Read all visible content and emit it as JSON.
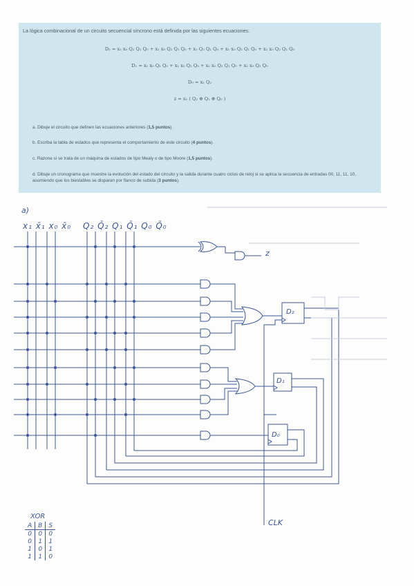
{
  "exercise": {
    "intro": "La lógica combinacional de un circuito secuencial síncrono está definida por las siguientes ecuaciones:",
    "equations": [
      "D₂ = x₁ x₀ Q₂ Q₁ Q₀ + x₁ x₀ Q₂ Q₁ Q₀ + x₁ Q₂ Q₁ Q₀ + x₁ x₀ Q₂ Q₁ Q₀ + x₁ x₀ Q₂ Q₁ Q₀",
      "D₁ = x₁ x₀ Q₁ Q₀ + x₁ x₀ Q₂ Q₀ + x₁ x₀ Q₂ Q₁ Q₀ + x₁ x₀ Q₂ Q₀",
      "D₀ = x₁ Q₂",
      "z = x₁ ( Q₂ ⊕ Q₁ ⊕ Q₀ )"
    ],
    "items": [
      {
        "prefix": "a. Dibuje el circuito que definen las ecuaciones anteriores (",
        "points": "1,5 puntos",
        "suffix": ")."
      },
      {
        "prefix": "b. Escriba la tabla de estados que representa el comportamiento de este circuito (",
        "points": "4 puntos",
        "suffix": ")."
      },
      {
        "prefix": "c. Razone si se trata de un máquina de estados de tipo Mealy o de tipo Moore (",
        "points": "1,5 puntos",
        "suffix": ")."
      },
      {
        "prefix": "d. Dibuje un cronograma que muestre la evolución del estado del circuito y la salida durante cuatro ciclos de reloj si se aplica la secuencia de entradas 00, 11, 11, 10, asumiendo que los biestables se disparan por flanco de subida (",
        "points": "3 puntos",
        "suffix": ")."
      }
    ]
  },
  "handwriting": {
    "inputs_label": "x₁ x̄₁ x₀ x̄₀",
    "states_label": "Q₂ Q̄₂ Q₁ Q̄₁ Q₀ Q̄₀",
    "z_label": "z",
    "ff2": "D₂",
    "ff1": "D₁",
    "ff0": "D₀",
    "clk": "CLK",
    "top_mark": "a)"
  },
  "xor_table": {
    "title": "XOR",
    "headers": [
      "A",
      "B",
      "S"
    ],
    "rows": [
      [
        "0",
        "0",
        "0"
      ],
      [
        "0",
        "1",
        "1"
      ],
      [
        "1",
        "0",
        "1"
      ],
      [
        "1",
        "1",
        "0"
      ]
    ]
  },
  "colors": {
    "ink": "#38559a",
    "box": "#cfe6ee",
    "print": "#4b5a66"
  }
}
